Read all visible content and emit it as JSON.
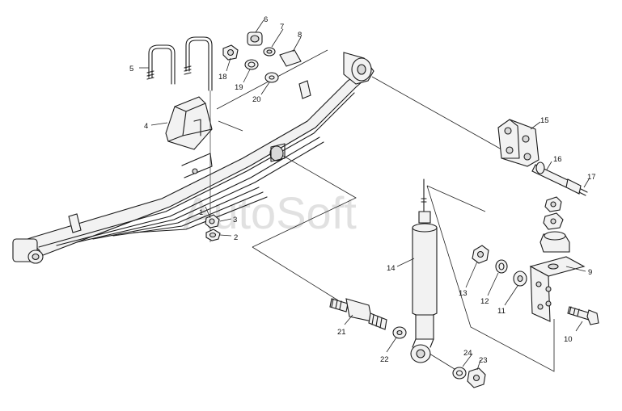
{
  "watermark": "AutoSoft",
  "callouts": [
    "1",
    "2",
    "3",
    "4",
    "5",
    "6",
    "7",
    "8",
    "9",
    "10",
    "11",
    "12",
    "13",
    "14",
    "15",
    "16",
    "17",
    "18",
    "19",
    "20",
    "21",
    "22",
    "23",
    "24"
  ]
}
